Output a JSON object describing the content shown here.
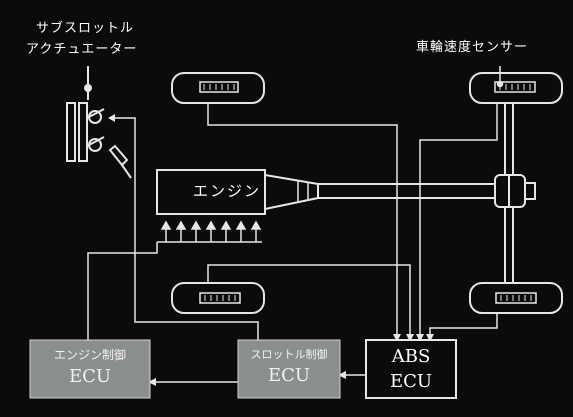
{
  "labels": {
    "sub_throttle_line1": "サブスロットル",
    "sub_throttle_line2": "アクチュエーター",
    "wheel_speed_sensor": "車輪速度センサー",
    "engine": "エンジン"
  },
  "ecus": {
    "engine_ecu": {
      "line1": "エンジン制御",
      "line2": "ECU"
    },
    "throttle_ecu": {
      "line1": "スロットル制御",
      "line2": "ECU"
    },
    "abs_ecu": {
      "line1": "ABS",
      "line2": "ECU"
    }
  },
  "colors": {
    "background": "#0b0b0b",
    "line": "#e6e6e6",
    "ecu_gray": "#8a8f8d",
    "abs_box": "#0b0b0b"
  }
}
